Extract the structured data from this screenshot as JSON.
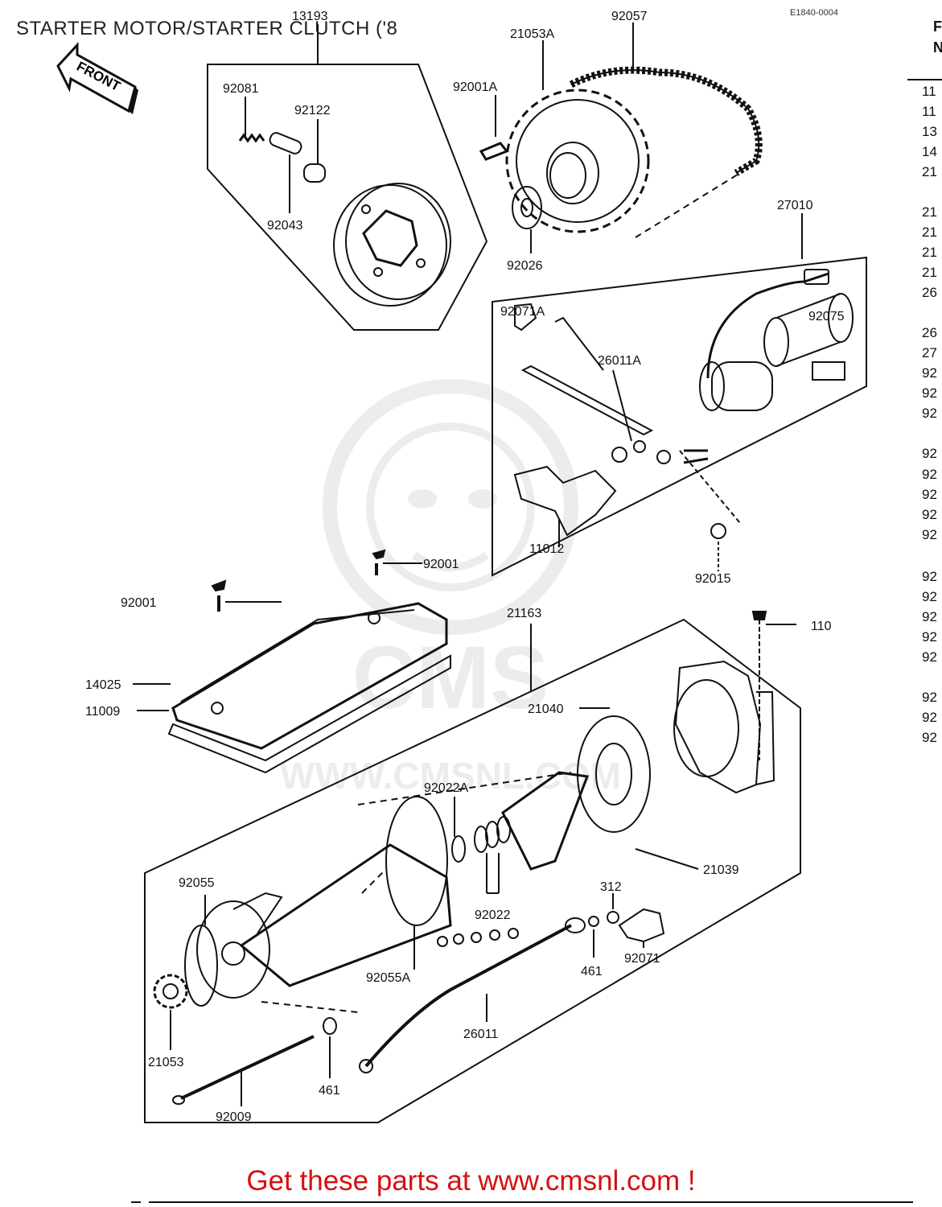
{
  "title": "STARTER MOTOR/STARTER CLUTCH ('8",
  "diagram_code": "E1840-0004",
  "front_arrow_label": "FRONT",
  "watermark": {
    "brand": "CMS",
    "url": "WWW.CMSNL.COM"
  },
  "callouts": {
    "c13193": "13193",
    "c92081": "92081",
    "c92122": "92122",
    "c92043": "92043",
    "c92057": "92057",
    "c21053A": "21053A",
    "c92001A": "92001A",
    "c92026": "92026",
    "c27010": "27010",
    "c92071A": "92071A",
    "c26011A": "26011A",
    "c92075": "92075",
    "c11012": "11012",
    "c92015": "92015",
    "c92001a": "92001",
    "c92001b": "92001",
    "c21163": "21163",
    "c110": "110",
    "c14025": "14025",
    "c11009": "11009",
    "c21040": "21040",
    "c92022A": "92022A",
    "c21039": "21039",
    "c92055": "92055",
    "c312": "312",
    "c92022": "92022",
    "c92071": "92071",
    "c461a": "461",
    "c92055A": "92055A",
    "c26011": "26011",
    "c21053": "21053",
    "c461b": "461",
    "c92009": "92009"
  },
  "side_column": {
    "header": [
      "F",
      "N"
    ],
    "entries": [
      "11",
      "11",
      "13",
      "14",
      "21",
      "21",
      "21",
      "21",
      "21",
      "26",
      "26",
      "27",
      "92",
      "92",
      "92",
      "92",
      "92",
      "92",
      "92",
      "92",
      "92",
      "92",
      "92",
      "92",
      "92",
      "92",
      "92",
      "92"
    ]
  },
  "cta_text": "Get these parts at www.cmsnl.com !"
}
